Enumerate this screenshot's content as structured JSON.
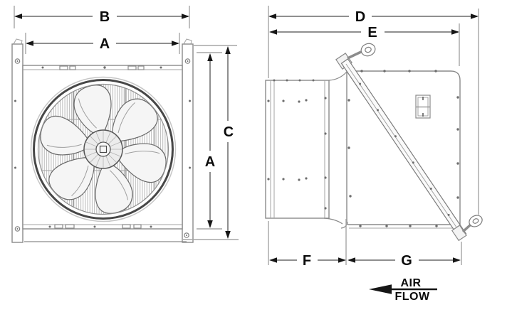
{
  "front_view": {
    "label_overall_width": "B",
    "label_opening_width": "A",
    "label_overall_height": "C",
    "label_opening_height": "A"
  },
  "side_view": {
    "label_overall_depth": "D",
    "label_depth_to_housing": "E",
    "label_panel_depth": "F",
    "label_housing_depth": "G"
  },
  "air_flow": {
    "line1": "AIR",
    "line2": "FLOW"
  },
  "colors": {
    "background": "#ffffff",
    "dimension_line": "#8f8f8f",
    "drawing_line": "#8a8a8a",
    "label_text": "#0b0b0b",
    "arrow_fill": "#161616"
  }
}
